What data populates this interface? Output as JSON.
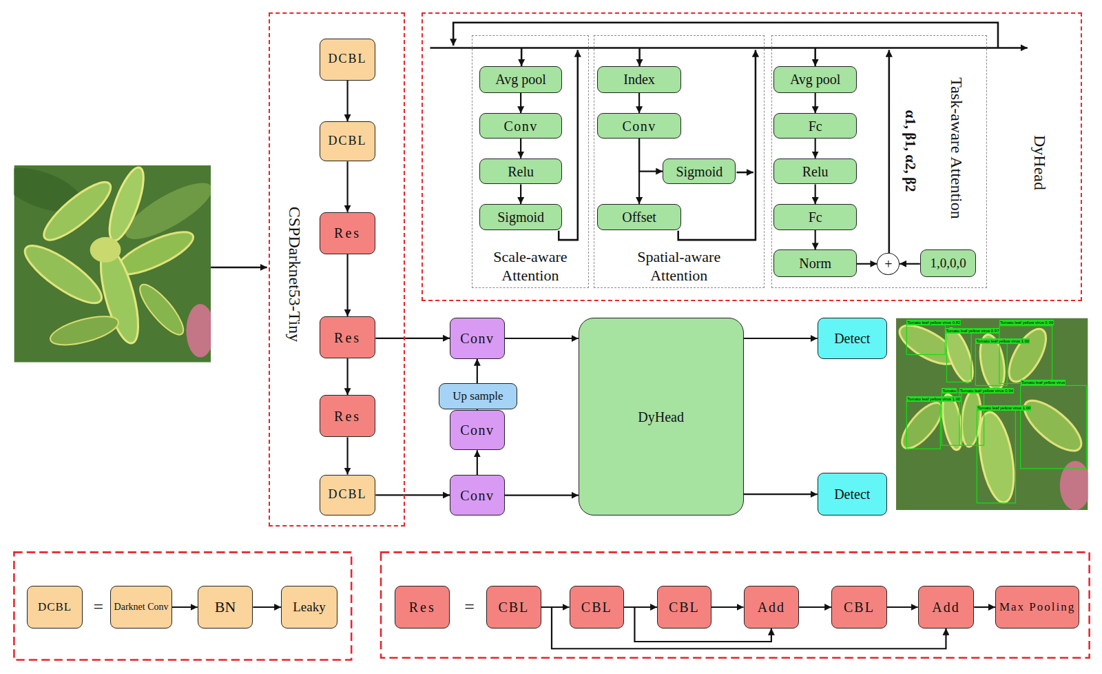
{
  "diagram": {
    "nodes": [
      {
        "text": [
          "CSPDarknet53-Tiny"
        ]
      },
      {
        "text": [
          "DCBL"
        ],
        "in": 0
      },
      {
        "text": [
          "DCBL"
        ],
        "in": 0
      },
      {
        "text": [
          "Res"
        ],
        "in": 0
      },
      {
        "text": [
          "Res"
        ],
        "in": 0
      },
      {
        "text": [
          "Res"
        ],
        "in": 0
      },
      {
        "text": [
          "DCBL"
        ],
        "in": 0
      },
      {
        "text": [
          "DyHead"
        ]
      },
      {
        "text": [
          "Scale-aware Attention"
        ],
        "in": 7
      },
      {
        "text": [
          "Avg pool"
        ],
        "in": 8
      },
      {
        "text": [
          "Conv"
        ],
        "in": 8
      },
      {
        "text": [
          "Relu"
        ],
        "in": 8
      },
      {
        "text": [
          "Sigmoid"
        ],
        "in": 8
      },
      {
        "text": [
          "Spatial-aware Attention"
        ],
        "in": 7
      },
      {
        "text": [
          "Index"
        ],
        "in": 13
      },
      {
        "text": [
          "Conv"
        ],
        "in": 13
      },
      {
        "text": [
          "Sigmoid"
        ],
        "in": 13
      },
      {
        "text": [
          "Offset"
        ],
        "in": 13
      },
      {
        "text": [
          "Task-aware Attention"
        ],
        "in": 7
      },
      {
        "text": [
          "Avg pool"
        ],
        "in": 18
      },
      {
        "text": [
          "Fc"
        ],
        "in": 18
      },
      {
        "text": [
          "Relu"
        ],
        "in": 18
      },
      {
        "text": [
          "Fc"
        ],
        "in": 18
      },
      {
        "text": [
          "Norm"
        ],
        "in": 18
      },
      {
        "text": [
          "+"
        ],
        "in": 18
      },
      {
        "text": [
          "1,0,0,0"
        ],
        "in": 18
      },
      {
        "text": [
          "Conv"
        ]
      },
      {
        "text": [
          "Up sample"
        ]
      },
      {
        "text": [
          "Conv"
        ]
      },
      {
        "text": [
          "Conv"
        ]
      },
      {
        "text": [
          "DyHead"
        ]
      },
      {
        "text": [
          "Detect"
        ]
      },
      {
        "text": [
          "Detect"
        ]
      },
      {
        "text": [
          "DCBL"
        ]
      },
      {
        "text": [
          "Darknet Conv"
        ]
      },
      {
        "text": [
          "BN"
        ]
      },
      {
        "text": [
          "Leaky"
        ]
      },
      {
        "text": [
          "Res"
        ]
      },
      {
        "text": [
          "CBL"
        ]
      },
      {
        "text": [
          "CBL"
        ]
      },
      {
        "text": [
          "CBL"
        ]
      },
      {
        "text": [
          "Add"
        ]
      },
      {
        "text": [
          "CBL"
        ]
      },
      {
        "text": [
          "Add"
        ]
      },
      {
        "text": [
          "Max Pooling"
        ]
      }
    ],
    "edges": [
      {
        "from": 1,
        "to": 2,
        "arrow": "to"
      },
      {
        "from": 2,
        "to": 3,
        "arrow": "to"
      },
      {
        "from": 3,
        "to": 4,
        "arrow": "to"
      },
      {
        "from": 4,
        "to": 5,
        "arrow": "to"
      },
      {
        "from": 5,
        "to": 6,
        "arrow": "to"
      },
      {
        "from": 9,
        "to": 10,
        "arrow": "to"
      },
      {
        "from": 10,
        "to": 11,
        "arrow": "to"
      },
      {
        "from": 11,
        "to": 12,
        "arrow": "to"
      },
      {
        "from": 14,
        "to": 15,
        "arrow": "to"
      },
      {
        "from": 15,
        "to": 16,
        "arrow": "to"
      },
      {
        "from": 15,
        "to": 17,
        "arrow": "to"
      },
      {
        "from": 19,
        "to": 20,
        "arrow": "to"
      },
      {
        "from": 20,
        "to": 21,
        "arrow": "to"
      },
      {
        "from": 21,
        "to": 22,
        "arrow": "to"
      },
      {
        "from": 22,
        "to": 23,
        "arrow": "to"
      },
      {
        "from": 23,
        "to": 24,
        "arrow": "to"
      },
      {
        "from": 25,
        "to": 24,
        "arrow": "to"
      },
      {
        "from": 4,
        "to": 26,
        "arrow": "to"
      },
      {
        "from": 6,
        "to": 29,
        "arrow": "to"
      },
      {
        "from": 29,
        "to": 28,
        "arrow": "to"
      },
      {
        "from": 28,
        "to": 27,
        "arrow": "to"
      },
      {
        "from": 27,
        "to": 26,
        "arrow": "to"
      },
      {
        "from": 26,
        "to": 30,
        "arrow": "to"
      },
      {
        "from": 29,
        "to": 30,
        "arrow": "to"
      },
      {
        "from": 30,
        "to": 31,
        "arrow": "to"
      },
      {
        "from": 30,
        "to": 32,
        "arrow": "to"
      },
      {
        "from": 34,
        "to": 35,
        "arrow": "to"
      },
      {
        "from": 35,
        "to": 36,
        "arrow": "to"
      },
      {
        "from": 38,
        "to": 39,
        "arrow": "to"
      },
      {
        "from": 39,
        "to": 40,
        "arrow": "to"
      },
      {
        "from": 40,
        "to": 41,
        "arrow": "to"
      },
      {
        "from": 41,
        "to": 42,
        "arrow": "to"
      },
      {
        "from": 42,
        "to": 43,
        "arrow": "to"
      },
      {
        "from": 43,
        "to": 44,
        "arrow": "to"
      },
      {
        "from": 38,
        "to": 43,
        "arrow": "to"
      },
      {
        "from": 39,
        "to": 41,
        "arrow": "to"
      }
    ],
    "labels": [
      "α1, β1, α2, β2",
      "=",
      "=",
      "Tomato leaf yellow virus 0.82",
      "Tomato leaf yellow virus 0.99",
      "Tomato leaf yellow virus 0.97",
      "Tomato leaf yellow virus 1.00",
      "Tomato leaf yellow virus",
      "Tomato",
      "Tomato leaf yellow virus 0.94",
      "Tomato leaf yellow virus 1.00",
      "Tomato leaf yellow virus 1.00"
    ]
  }
}
